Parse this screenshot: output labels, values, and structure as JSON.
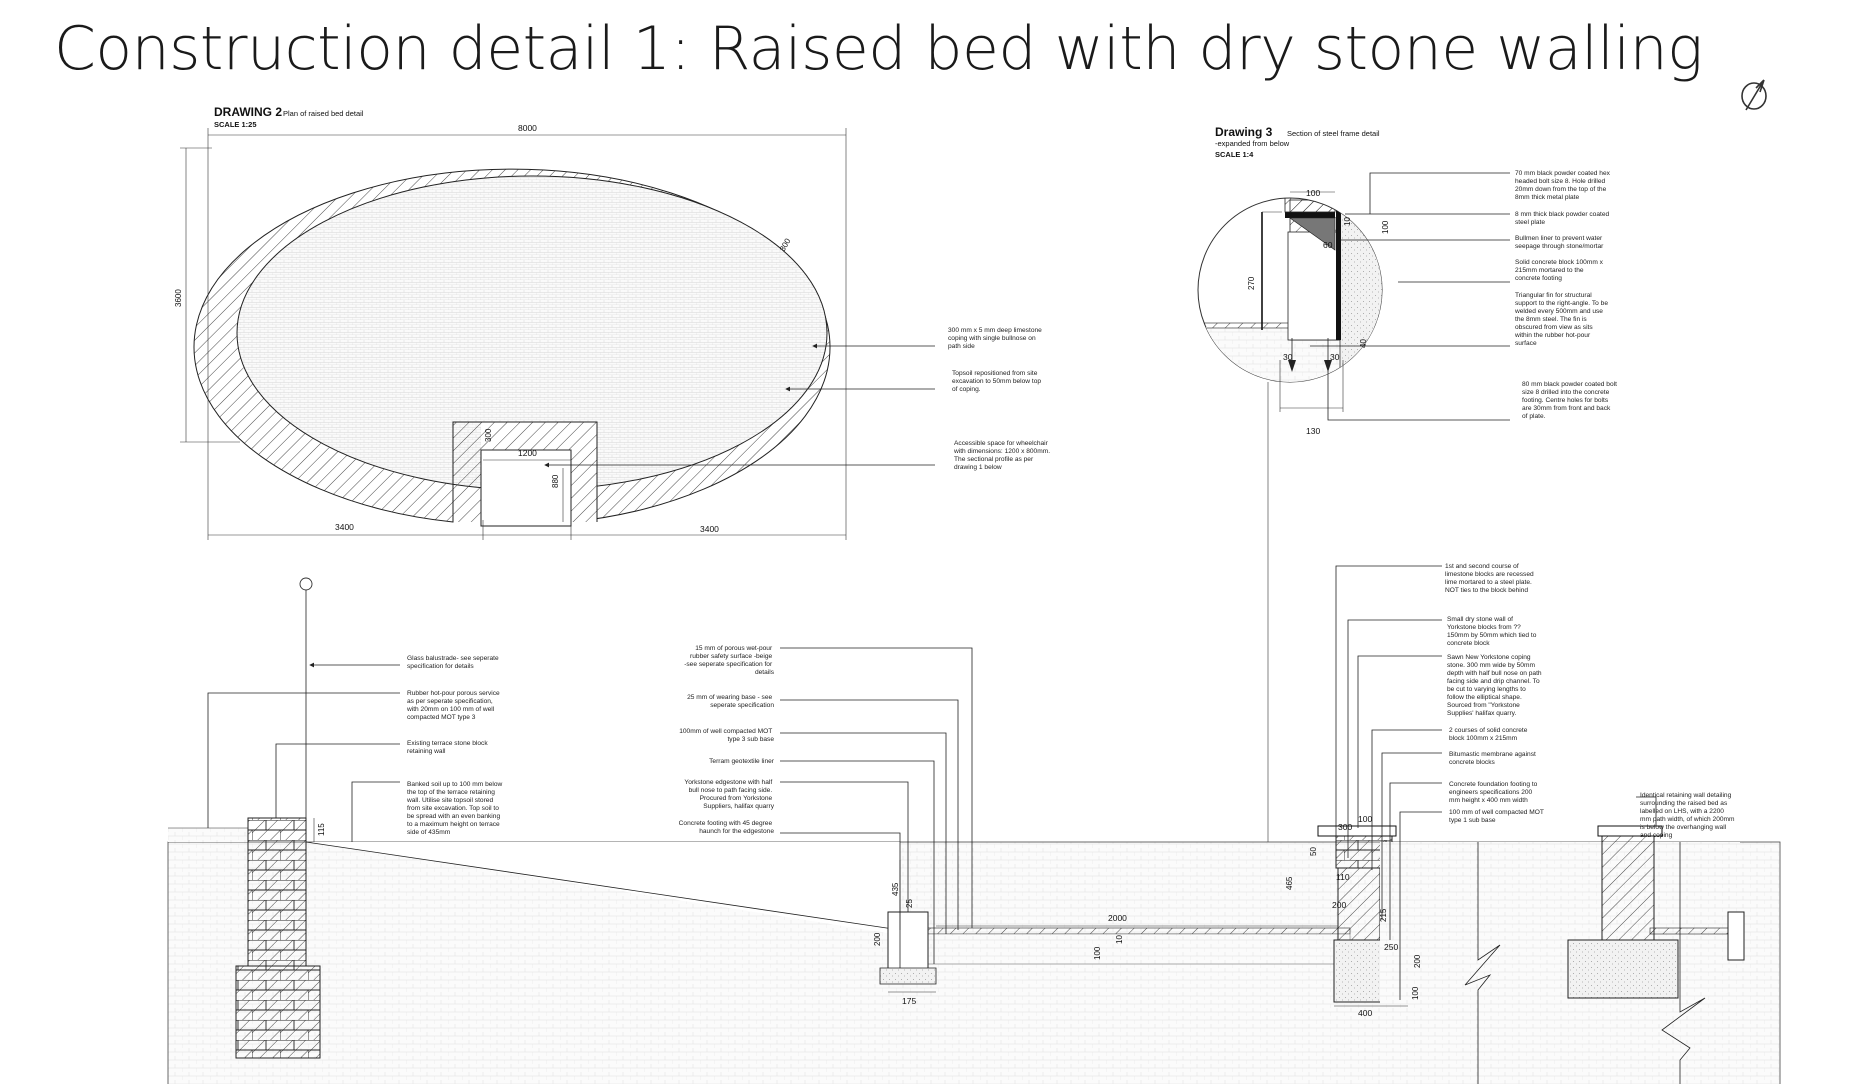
{
  "title": "Construction detail 1: Raised bed with dry stone walling",
  "logo_icon": "quill-pen-icon",
  "drawing2": {
    "heading": "DRAWING 2",
    "subtitle": "Plan of raised bed detail",
    "scale": "SCALE 1:25",
    "dims": {
      "width": "8000",
      "height": "3600",
      "wall": "300",
      "wall2": "300",
      "gap": "1200",
      "notch_depth": "880",
      "left": "3400",
      "right": "3400"
    },
    "notes": {
      "coping": [
        "300 mm x 5 mm deep limestone",
        "coping with single bullnose on",
        "path side"
      ],
      "topsoil": [
        "Topsoil repositioned from site",
        "excavation to 50mm below top",
        "of coping."
      ],
      "access": [
        "Accessible space for wheelchair",
        "with dimensions: 1200 x 800mm.",
        "The sectional profile as per",
        "drawing 1 below"
      ]
    }
  },
  "drawing3": {
    "heading": "Drawing 3",
    "subtitle": "Section of steel frame detail",
    "subtitle2": "-expanded from below",
    "scale": "SCALE 1:4",
    "dims": {
      "top": "100",
      "d10": "10",
      "d60": "60",
      "d100": "100",
      "height": "270",
      "d40": "40",
      "b30a": "30",
      "b30b": "30",
      "base": "130"
    },
    "notes": {
      "bolt_hex": [
        "70 mm black powder coated hex",
        "headed bolt size 8. Hole drilled",
        "20mm down from the top of the",
        "8mm thick metal plate"
      ],
      "plate": [
        "8 mm thick black powder coated",
        "steel plate"
      ],
      "bitumen": [
        "Bullmen liner to prevent water",
        "seepage through stone/mortar"
      ],
      "block": [
        "Solid concrete block 100mm x",
        "215mm mortared to the",
        "concrete footing"
      ],
      "fin": [
        "Triangular fin for structural",
        "support to the right-angle. To be",
        "welded every 500mm and use",
        "the 8mm steel. The fin is",
        "obscured from view as sits",
        "within the rubber hot-pour",
        "surface"
      ],
      "bolt_base": [
        "80 mm black powder coated bolt",
        "size 8 drilled into the concrete",
        "footing. Centre holes for bolts",
        "are 30mm from front and back",
        "of plate."
      ]
    }
  },
  "section": {
    "left_notes": {
      "glass": [
        "Glass balustrade- see seperate",
        "specification for details"
      ],
      "rubber": [
        "Rubber hot-pour porous service",
        "as per seperate specification,",
        "with 20mm on 100 mm of well",
        "compacted MOT type 3"
      ],
      "terrace": [
        "Existing terrace stone block",
        "retaining wall"
      ],
      "banked": [
        "Banked soil up to 100 mm below",
        "the top of the terrace retaining",
        "wall. Utilise site topsoil stored",
        "from site excavation. Top soil to",
        "be spread with an even banking",
        "to a maximum height on terrace",
        "side of 435mm"
      ]
    },
    "mid_notes": {
      "surface": [
        "15 mm of porous wet-pour",
        "rubber safety surface -beige",
        "-see seperate specification for",
        "details"
      ],
      "wearing": [
        "25 mm of wearing base - see",
        "seperate specification"
      ],
      "mot": [
        "100mm of well compacted MOT",
        "type 3 sub base"
      ],
      "terram": [
        "Terram geotextile liner"
      ],
      "edgestone": [
        "Yorkstone edgestone with half",
        "bull nose to path facing side.",
        "Procured from Yorkstone",
        "Suppliers, halifax quarry"
      ],
      "footing": [
        "Concrete footing with 45 degree",
        "haunch for the edgestone"
      ]
    },
    "right_notes": {
      "courses": [
        "1st and second course of",
        "limestone blocks are recessed",
        "lime mortared to a steel plate.",
        "NOT ties to the block behind"
      ],
      "drystone": [
        "Small dry stone wall of",
        "Yorkstone blocks from ??",
        "150mm by 50mm which tied to",
        "concrete block"
      ],
      "coping": [
        "Sawn New Yorkstone coping",
        "stone. 300 mm wide by 50mm",
        "depth with half bull nose on path",
        "facing side and drip channel. To",
        "be cut to varying lengths to",
        "follow the elliptical shape.",
        "Sourced from \"Yorkstone",
        "Supplies' halifax quarry."
      ],
      "blocks2": [
        "2 courses of solid concrete",
        "block 100mm x 215mm"
      ],
      "membrane": [
        "Bitumastic membrane against",
        "concrete blocks"
      ],
      "foundation": [
        "Concrete foundation footing to",
        "engineers specifications 200",
        "mm height x 400 mm width"
      ],
      "mot1": [
        "100 mm of well compacted MOT",
        "type 1 sub base"
      ]
    },
    "far_right_note": [
      "Identical retaining wall detailing",
      "surrounding the raised bed as",
      "labelled on LHS, with a 2200",
      "mm path width, of which 200mm",
      "is below the overhanging wall",
      "and coping"
    ],
    "dims": {
      "d115": "115",
      "d435": "435",
      "d25": "25",
      "d200a": "200",
      "d175": "175",
      "d2000": "2000",
      "d10": "10",
      "d100a": "100",
      "d300": "300",
      "d100b": "100",
      "d50": "50",
      "d110": "110",
      "d465": "465",
      "d200b": "200",
      "d215": "215",
      "d250": "250",
      "d200c": "200",
      "d100c": "100",
      "d400": "400"
    }
  }
}
